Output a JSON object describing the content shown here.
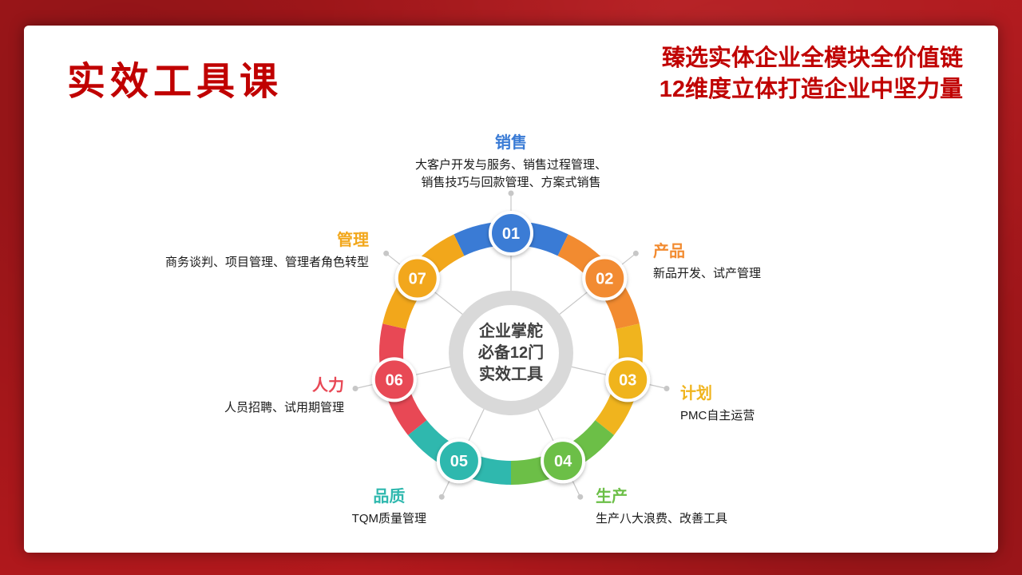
{
  "slide": {
    "title": "实效工具课",
    "headline": [
      "臻选实体企业全模块全价值链",
      "12维度立体打造企业中坚力量"
    ],
    "accent_color": "#c00101"
  },
  "wheel": {
    "center": [
      "企业掌舵",
      "必备12门",
      "实效工具"
    ],
    "nodes": [
      {
        "num": "01",
        "name": "销售",
        "color": "#3a7bd5",
        "desc": [
          "大客户开发与服务、销售过程管理、",
          "销售技巧与回款管理、方案式销售"
        ]
      },
      {
        "num": "02",
        "name": "产品",
        "color": "#f28b30",
        "desc": [
          "新品开发、试产管理"
        ]
      },
      {
        "num": "03",
        "name": "计划",
        "color": "#f0b41e",
        "desc": [
          "PMC自主运营"
        ]
      },
      {
        "num": "04",
        "name": "生产",
        "color": "#6cbf47",
        "desc": [
          "生产八大浪费、改善工具"
        ]
      },
      {
        "num": "05",
        "name": "品质",
        "color": "#2fb8ae",
        "desc": [
          "TQM质量管理"
        ]
      },
      {
        "num": "06",
        "name": "人力",
        "color": "#e84855",
        "desc": [
          "人员招聘、试用期管理"
        ]
      },
      {
        "num": "07",
        "name": "管理",
        "color": "#f2a71b",
        "desc": [
          "商务谈判、项目管理、管理者角色转型"
        ]
      }
    ]
  }
}
